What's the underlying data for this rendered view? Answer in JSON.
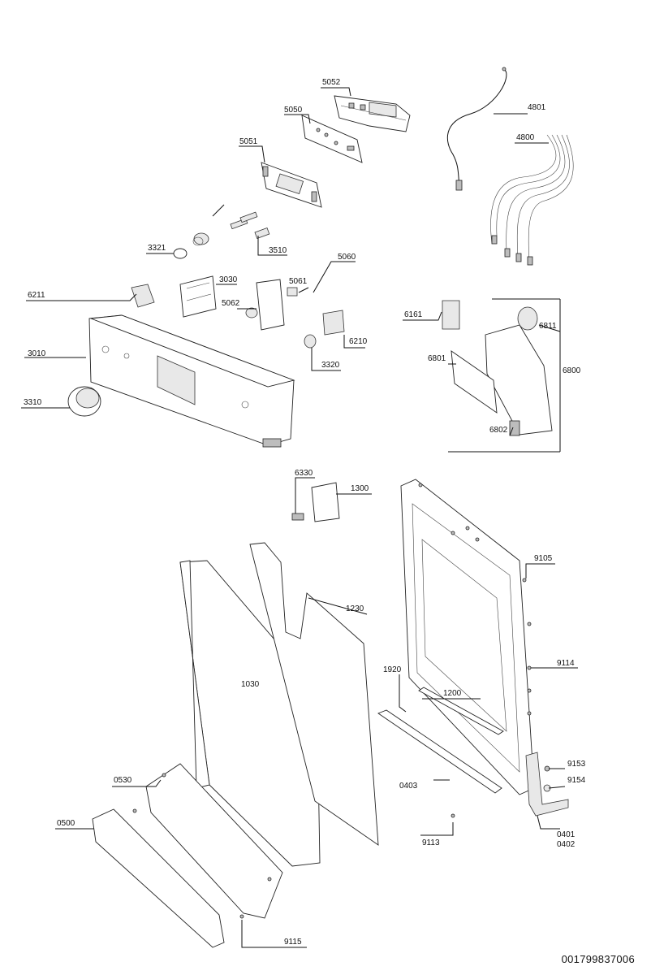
{
  "labels": {
    "p5052": "5052",
    "p5050": "5050",
    "p5051": "5051",
    "p4801": "4801",
    "p4800": "4800",
    "p3321": "3321",
    "p3510": "3510",
    "p5060": "5060",
    "p6211": "6211",
    "p3030": "3030",
    "p5061": "5061",
    "p5062": "5062",
    "p6161": "6161",
    "p6811": "6811",
    "p6210": "6210",
    "p3010": "3010",
    "p3320": "3320",
    "p6801": "6801",
    "p6800": "6800",
    "p3310": "3310",
    "p6802": "6802",
    "p6330": "6330",
    "p1300": "1300",
    "p9105": "9105",
    "p1230": "1230",
    "p9114": "9114",
    "p1920": "1920",
    "p1030": "1030",
    "p1200": "1200",
    "p9153": "9153",
    "p0530": "0530",
    "p0403": "0403",
    "p9154": "9154",
    "p0500": "0500",
    "p0401": "0401",
    "p0402": "0402",
    "p9113": "9113",
    "p9115": "9115"
  },
  "document_number": "001799837006"
}
